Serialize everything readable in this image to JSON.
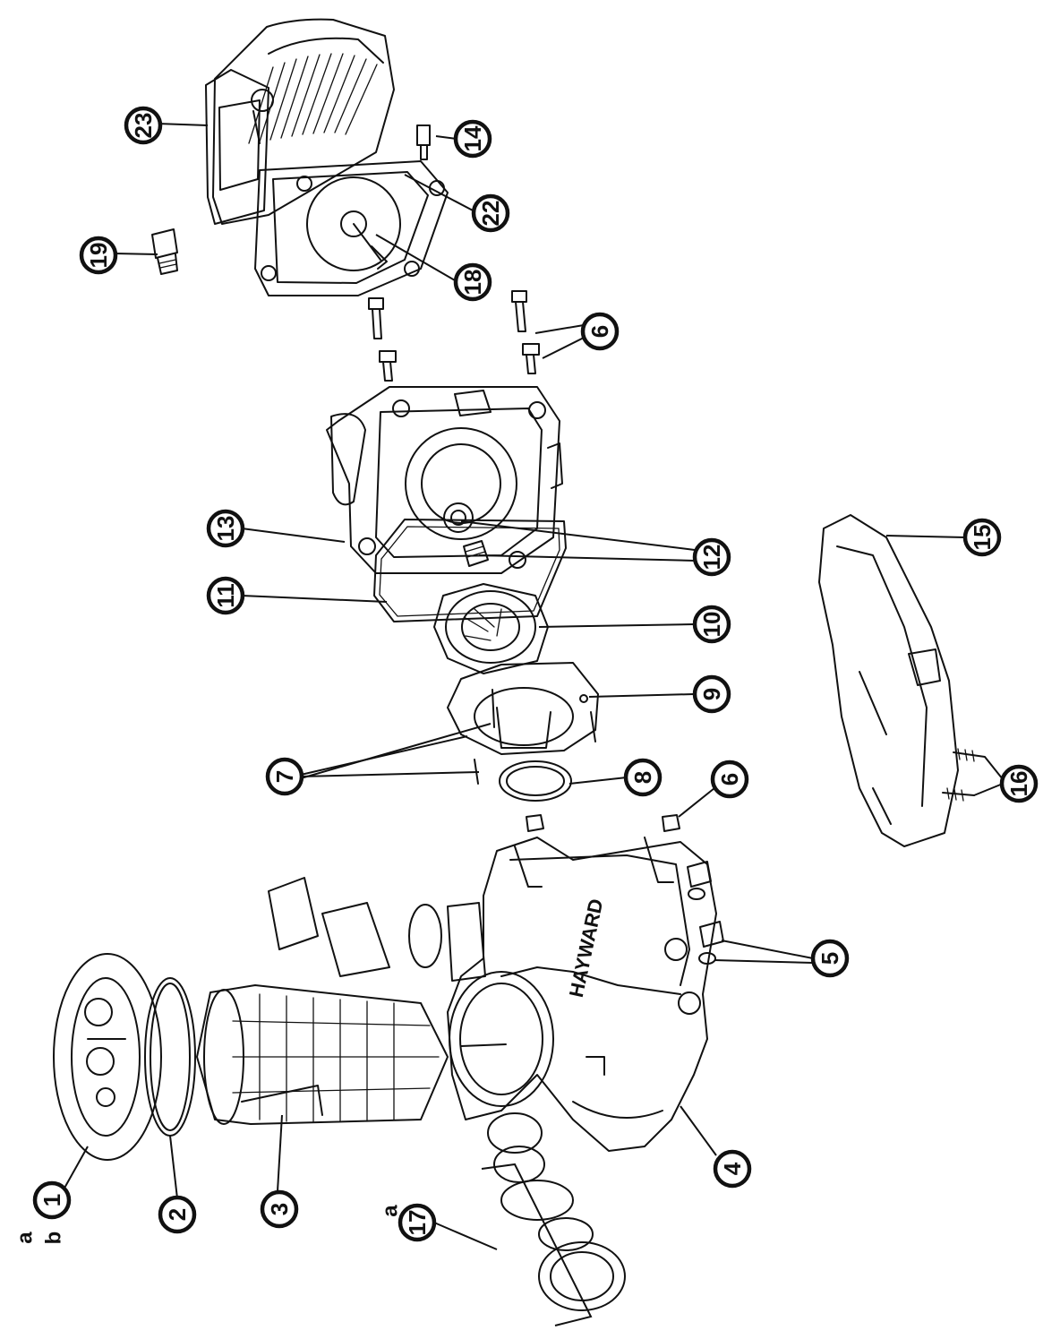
{
  "diagram": {
    "brand_text": "HAYWARD",
    "callouts": [
      {
        "id": "c1",
        "label": "1",
        "sub": [
          "a",
          "b"
        ]
      },
      {
        "id": "c2",
        "label": "2"
      },
      {
        "id": "c3",
        "label": "3"
      },
      {
        "id": "c4",
        "label": "4"
      },
      {
        "id": "c5",
        "label": "5"
      },
      {
        "id": "c6a",
        "label": "6"
      },
      {
        "id": "c6b",
        "label": "6"
      },
      {
        "id": "c7",
        "label": "7"
      },
      {
        "id": "c8",
        "label": "8"
      },
      {
        "id": "c9",
        "label": "9"
      },
      {
        "id": "c10",
        "label": "10"
      },
      {
        "id": "c11",
        "label": "11"
      },
      {
        "id": "c12",
        "label": "12"
      },
      {
        "id": "c13",
        "label": "13"
      },
      {
        "id": "c14",
        "label": "14"
      },
      {
        "id": "c15",
        "label": "15"
      },
      {
        "id": "c16",
        "label": "16"
      },
      {
        "id": "c17",
        "label": "17",
        "sub": [
          "a"
        ]
      },
      {
        "id": "c18",
        "label": "18"
      },
      {
        "id": "c19",
        "label": "19"
      },
      {
        "id": "c22",
        "label": "22"
      },
      {
        "id": "c23",
        "label": "23"
      }
    ]
  }
}
